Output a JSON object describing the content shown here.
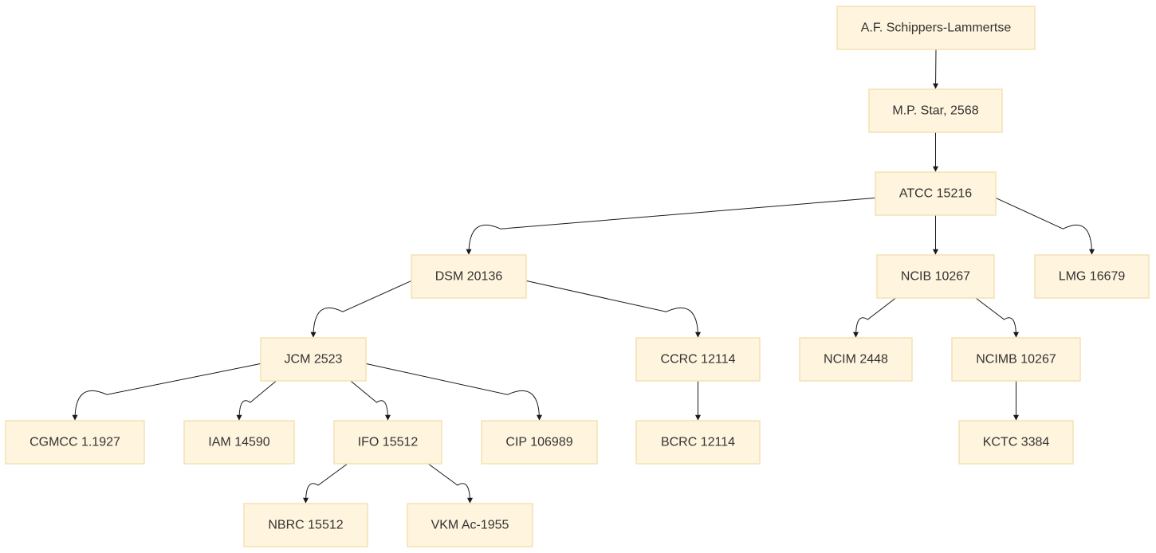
{
  "diagram": {
    "type": "tree",
    "nodes": [
      {
        "id": "schippers",
        "label": "A.F. Schippers-Lammertse"
      },
      {
        "id": "star",
        "label": "M.P. Star, 2568"
      },
      {
        "id": "atcc",
        "label": "ATCC 15216"
      },
      {
        "id": "dsm",
        "label": "DSM 20136"
      },
      {
        "id": "ncib",
        "label": "NCIB 10267"
      },
      {
        "id": "lmg",
        "label": "LMG 16679"
      },
      {
        "id": "jcm",
        "label": "JCM 2523"
      },
      {
        "id": "ccrc",
        "label": "CCRC 12114"
      },
      {
        "id": "ncim",
        "label": "NCIM 2448"
      },
      {
        "id": "ncimb",
        "label": "NCIMB 10267"
      },
      {
        "id": "cgmcc",
        "label": "CGMCC 1.1927"
      },
      {
        "id": "iam",
        "label": "IAM 14590"
      },
      {
        "id": "ifo",
        "label": "IFO 15512"
      },
      {
        "id": "cip",
        "label": "CIP 106989"
      },
      {
        "id": "bcrc",
        "label": "BCRC 12114"
      },
      {
        "id": "kctc",
        "label": "KCTC 3384"
      },
      {
        "id": "nbrc",
        "label": "NBRC 15512"
      },
      {
        "id": "vkm",
        "label": "VKM Ac-1955"
      }
    ],
    "edges": [
      {
        "from": "schippers",
        "to": "star"
      },
      {
        "from": "star",
        "to": "atcc"
      },
      {
        "from": "atcc",
        "to": "dsm"
      },
      {
        "from": "atcc",
        "to": "ncib"
      },
      {
        "from": "atcc",
        "to": "lmg"
      },
      {
        "from": "dsm",
        "to": "jcm"
      },
      {
        "from": "dsm",
        "to": "ccrc"
      },
      {
        "from": "ncib",
        "to": "ncim"
      },
      {
        "from": "ncib",
        "to": "ncimb"
      },
      {
        "from": "jcm",
        "to": "cgmcc"
      },
      {
        "from": "jcm",
        "to": "iam"
      },
      {
        "from": "jcm",
        "to": "ifo"
      },
      {
        "from": "jcm",
        "to": "cip"
      },
      {
        "from": "ccrc",
        "to": "bcrc"
      },
      {
        "from": "ncimb",
        "to": "kctc"
      },
      {
        "from": "ifo",
        "to": "nbrc"
      },
      {
        "from": "ifo",
        "to": "vkm"
      }
    ]
  }
}
